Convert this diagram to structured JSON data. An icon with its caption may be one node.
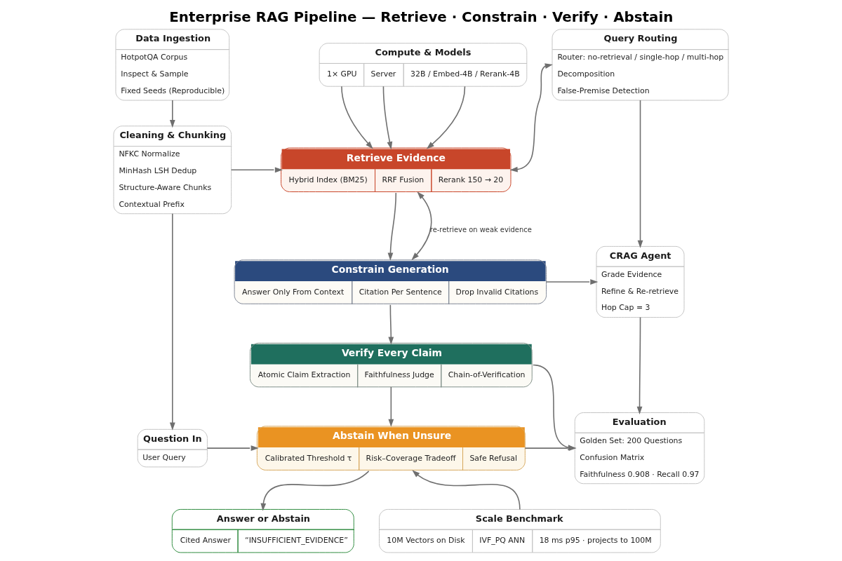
{
  "diagram": {
    "title": "Enterprise RAG Pipeline — Retrieve · Constrain · Verify · Abstain",
    "nodes": [
      {
        "text": [
          "Compute & Models",
          "1× GPU",
          "Server",
          "32B / Embed-4B / Rerank-4B"
        ]
      },
      {
        "text": [
          "Data Ingestion",
          "HotpotQA Corpus",
          "Inspect & Sample",
          "Fixed Seeds (Reproducible)"
        ]
      },
      {
        "text": [
          "Query Routing",
          "Router: no-retrieval / single-hop / multi-hop",
          "Decomposition",
          "False-Premise Detection"
        ]
      },
      {
        "text": [
          "Retrieve Evidence",
          "Hybrid Index (BM25)",
          "RRF Fusion",
          "Rerank 150 → 20"
        ]
      },
      {
        "text": [
          "Cleaning & Chunking",
          "NFKC Normalize",
          "MinHash LSH Dedup",
          "Structure-Aware Chunks",
          "Contextual Prefix"
        ]
      },
      {
        "text": [
          "Constrain Generation",
          "Answer Only From Context",
          "Citation Per Sentence",
          "Drop Invalid Citations"
        ]
      },
      {
        "text": [
          "CRAG Agent",
          "Grade Evidence",
          "Refine & Re-retrieve",
          "Hop Cap = 3"
        ]
      },
      {
        "text": [
          "Verify Every Claim",
          "Atomic Claim Extraction",
          "Faithfulness Judge",
          "Chain-of-Verification"
        ]
      },
      {
        "text": [
          "Question In",
          "User Query"
        ]
      },
      {
        "text": [
          "Abstain When Unsure",
          "Calibrated Threshold τ",
          "Risk–Coverage Tradeoff",
          "Safe Refusal"
        ]
      },
      {
        "text": [
          "Evaluation",
          "Golden Set: 200 Questions",
          "Confusion Matrix",
          "Faithfulness 0.908 · Recall 0.97"
        ]
      },
      {
        "text": [
          "Answer or Abstain",
          "Cited Answer",
          "“INSUFFICIENT_EVIDENCE”"
        ]
      },
      {
        "text": [
          "Scale Benchmark",
          "10M Vectors on Disk",
          "IVF_PQ ANN",
          "18 ms p95 · projects to 100M"
        ]
      }
    ],
    "edges": [
      {
        "from": 0,
        "to": 3,
        "arrow": "to"
      },
      {
        "from": 0,
        "to": 3,
        "arrow": "to"
      },
      {
        "from": 0,
        "to": 3,
        "arrow": "to"
      },
      {
        "from": 1,
        "to": 4,
        "arrow": "to"
      },
      {
        "from": 4,
        "to": 3,
        "arrow": "to"
      },
      {
        "from": 3,
        "to": 2,
        "arrow": "both"
      },
      {
        "from": 3,
        "to": 5,
        "arrow": "to"
      },
      {
        "from": 3,
        "to": 5,
        "arrow": "both",
        "label": "re-retrieve on weak evidence"
      },
      {
        "from": 2,
        "to": 6,
        "arrow": "to"
      },
      {
        "from": 5,
        "to": 6,
        "arrow": "to"
      },
      {
        "from": 4,
        "to": 8,
        "arrow": "to"
      },
      {
        "from": 5,
        "to": 7,
        "arrow": "to"
      },
      {
        "from": 6,
        "to": 10,
        "arrow": "to"
      },
      {
        "from": 7,
        "to": 10,
        "arrow": "to"
      },
      {
        "from": 7,
        "to": 9,
        "arrow": "to"
      },
      {
        "from": 8,
        "to": 9,
        "arrow": "to"
      },
      {
        "from": 9,
        "to": 10,
        "arrow": "to"
      },
      {
        "from": 9,
        "to": 11,
        "arrow": "to"
      },
      {
        "from": 12,
        "to": 9,
        "arrow": "to"
      }
    ]
  }
}
